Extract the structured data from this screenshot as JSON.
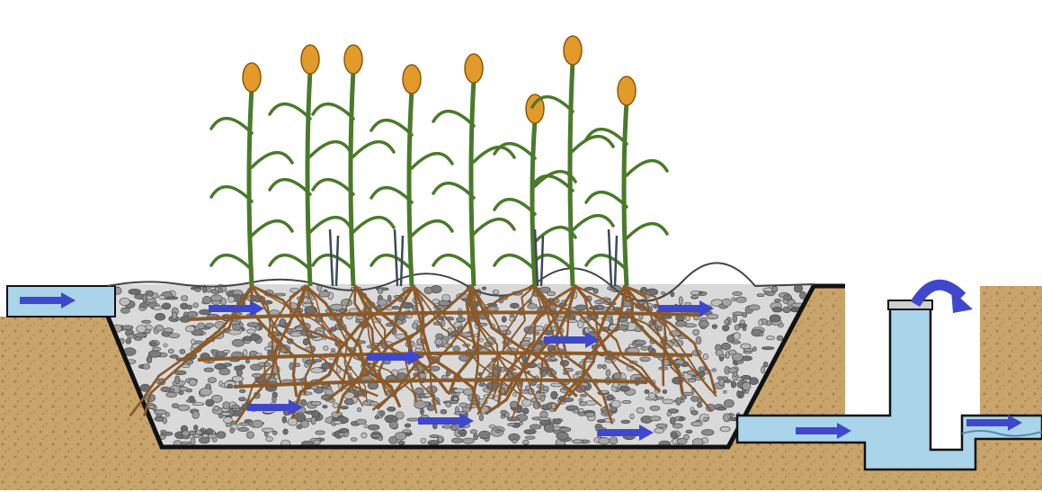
{
  "diagram": {
    "kind": "subsurface-flow-constructed-wetland",
    "colors": {
      "soil": "#c9a46a",
      "soil_dark": "#a8844e",
      "gravel_base": "#d9d9d9",
      "gravel_stone": "#8a8a8a",
      "water": "#a9d4ea",
      "arrow": "#3f48cc",
      "outline": "#111111",
      "plant_stem": "#4a7a2a",
      "plant_flower": "#e29a2a",
      "roots": "#8a5a2b"
    },
    "icons": [
      "flow-arrow-icon",
      "overflow-curved-arrow-icon"
    ],
    "plant_count": 8,
    "flow_arrow_count": 11
  }
}
